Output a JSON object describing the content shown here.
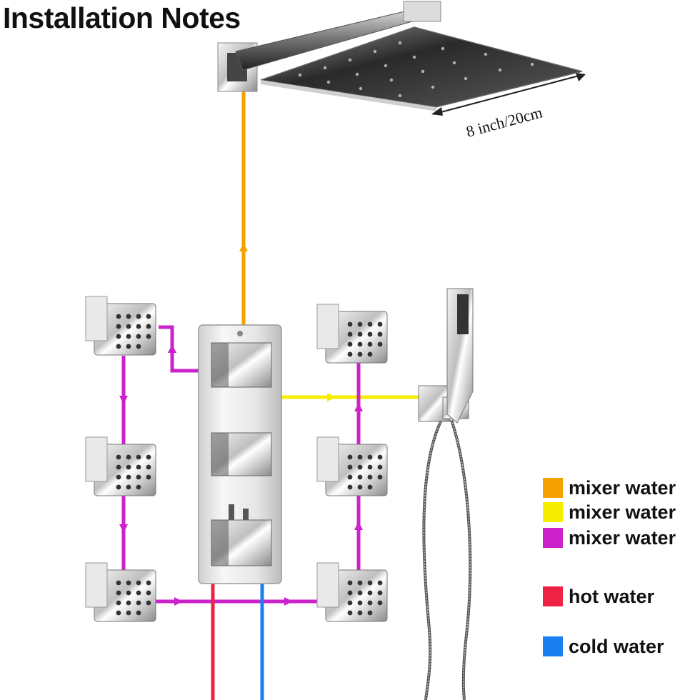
{
  "title": "Installation Notes",
  "dimension_label": "8 inch/20cm",
  "colors": {
    "orange_pipe": "#f5a100",
    "yellow_pipe": "#f6ee00",
    "magenta_pipe": "#cc22cc",
    "hot_pipe": "#ee2244",
    "cold_pipe": "#1a7ff0"
  },
  "legend": [
    {
      "label": "mixer water",
      "color": "#f5a100"
    },
    {
      "label": "mixer water",
      "color": "#f6ee00"
    },
    {
      "label": "mixer water",
      "color": "#cc22cc"
    },
    {
      "label": "hot water",
      "color": "#ee2244"
    },
    {
      "label": "cold water",
      "color": "#1a7ff0"
    }
  ]
}
